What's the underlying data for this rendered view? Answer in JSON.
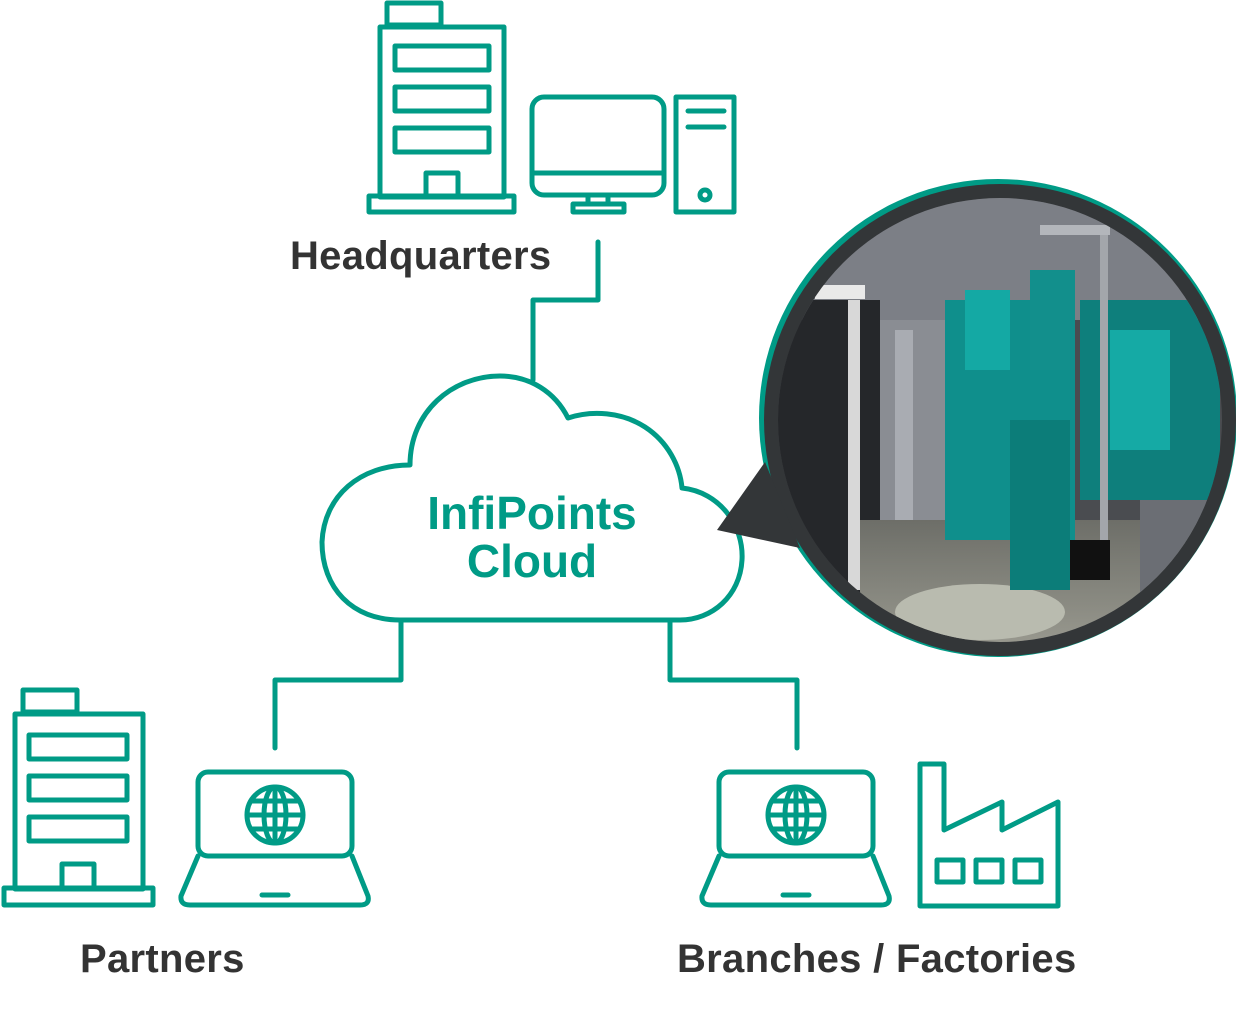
{
  "labels": {
    "headquarters": "Headquarters",
    "partners": "Partners",
    "branches": "Branches / Factories"
  },
  "cloud": {
    "line1": "InfiPoints",
    "line2": "Cloud"
  },
  "colors": {
    "accent": "#009b86",
    "text": "#333333",
    "bubble": "#333638"
  },
  "icons": [
    "office-building-icon",
    "desktop-computer-icon",
    "laptop-globe-icon",
    "factory-icon",
    "cloud-icon",
    "plant-photo-bubble"
  ]
}
